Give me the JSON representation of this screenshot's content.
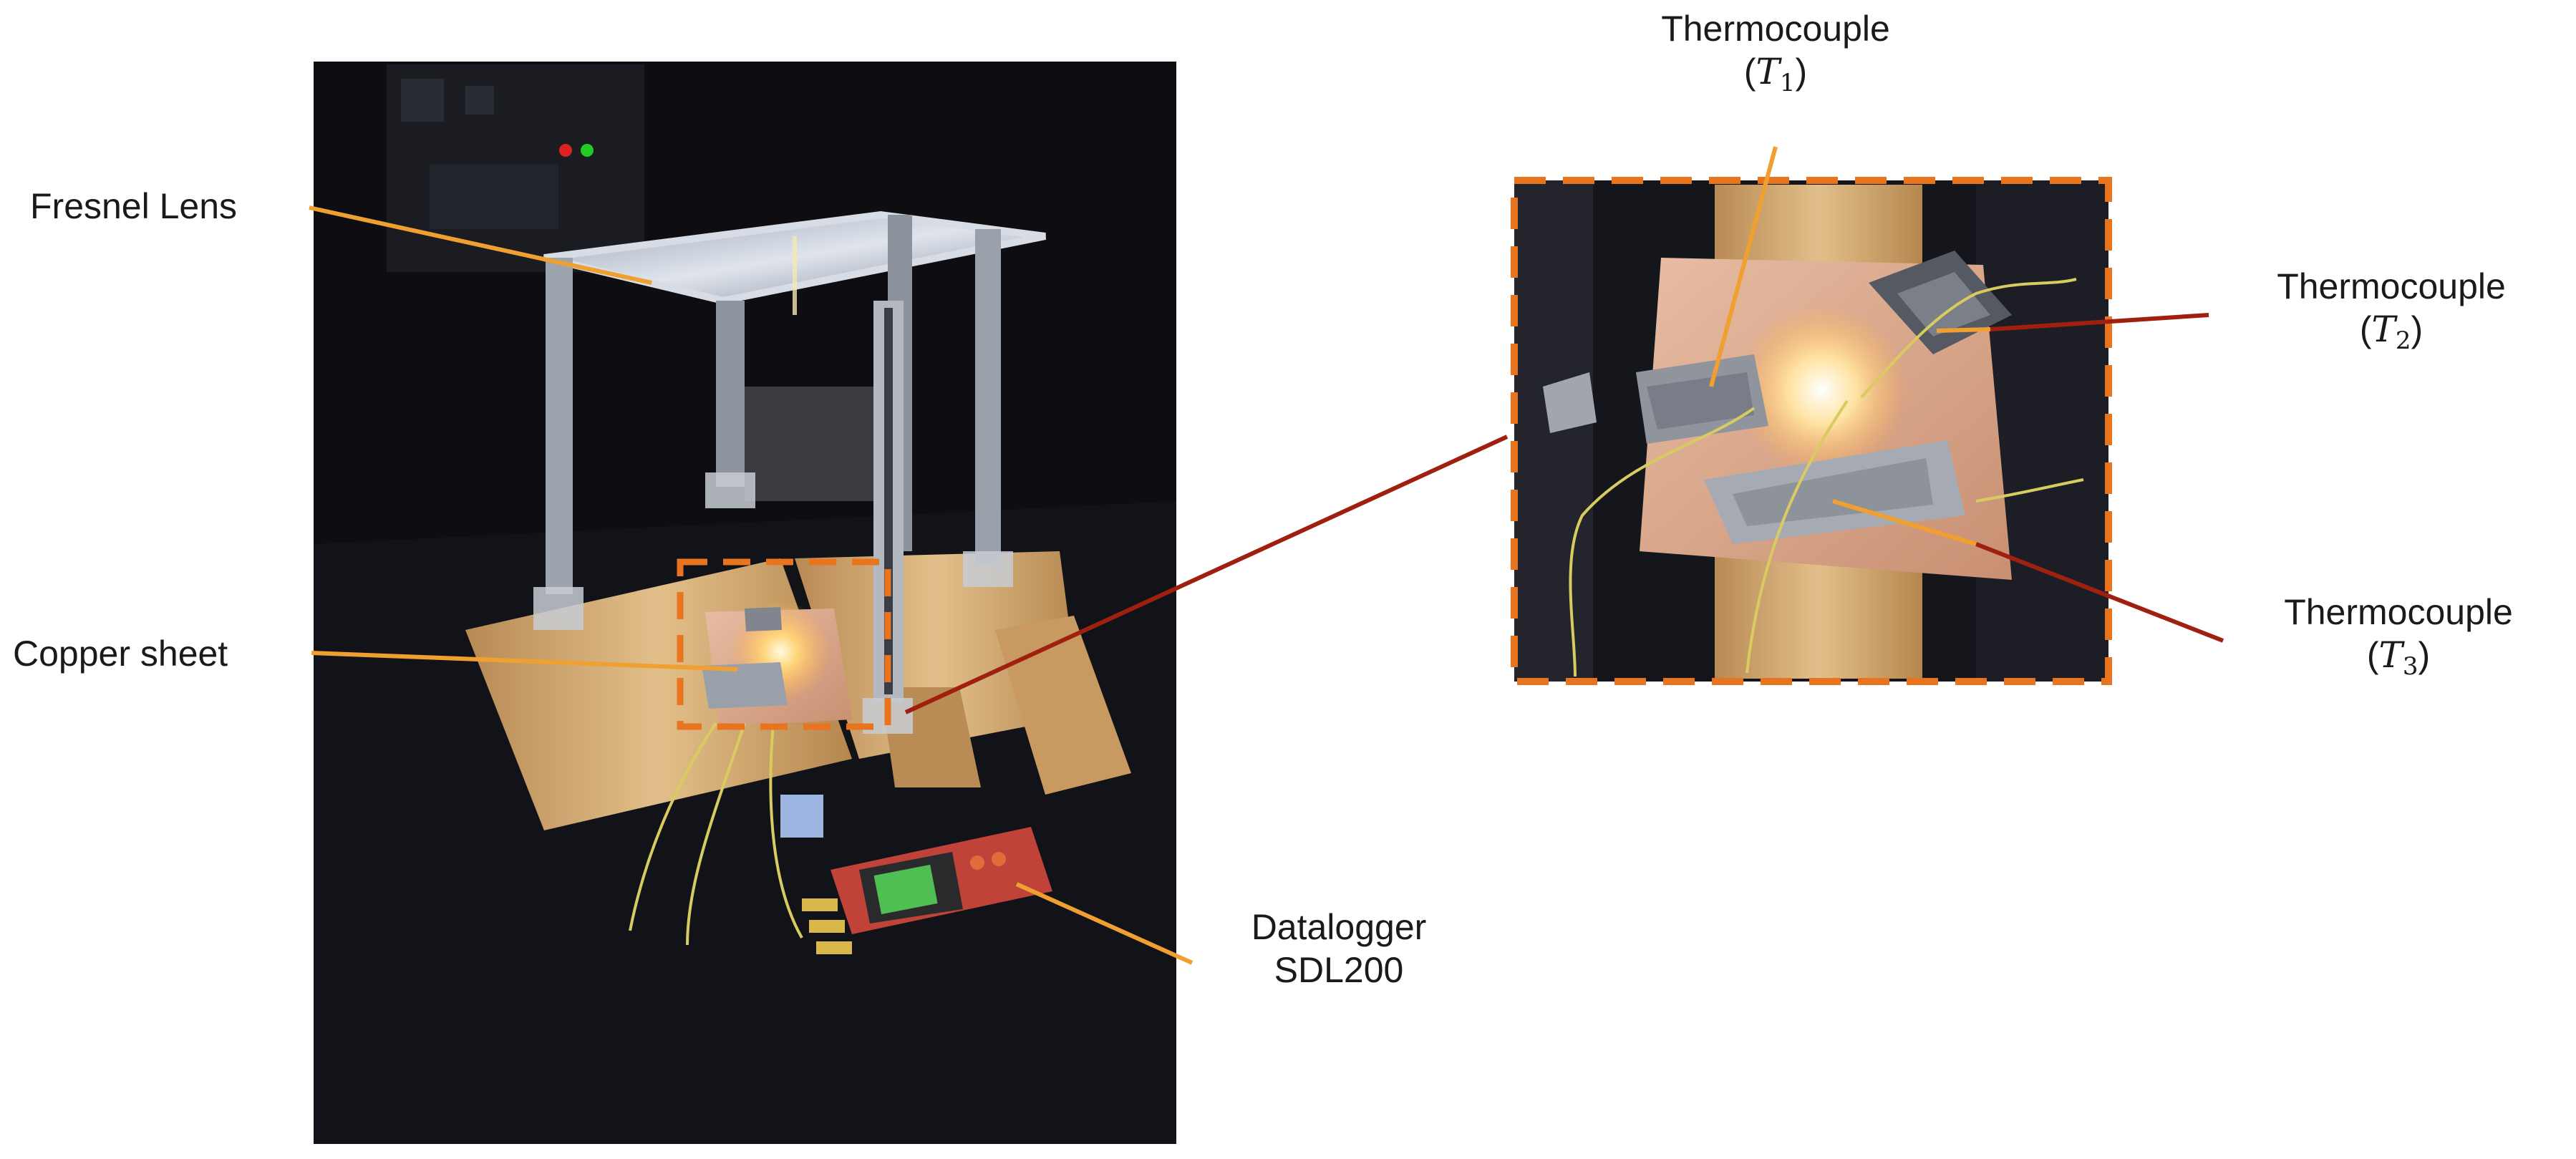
{
  "labels": {
    "fresnel_lens": "Fresnel Lens",
    "copper_sheet": "Copper sheet",
    "datalogger_line1": "Datalogger",
    "datalogger_line2": "SDL200",
    "thermocouple_t1_name": "Thermocouple",
    "thermocouple_t1_symbol": "T",
    "thermocouple_t1_sub": "1",
    "thermocouple_t2_name": "Thermocouple",
    "thermocouple_t2_symbol": "T",
    "thermocouple_t2_sub": "2",
    "thermocouple_t3_name": "Thermocouple",
    "thermocouple_t3_symbol": "T",
    "thermocouple_t3_sub": "3"
  },
  "colors": {
    "arrow_orange": "#f0a030",
    "arrow_darkred": "#a02010",
    "highlight_box": "#e8741f",
    "copper": "#d9a98c",
    "wood": "#c9a06a",
    "background_dark": "#101015",
    "aluminium": "#b8bcc4"
  }
}
